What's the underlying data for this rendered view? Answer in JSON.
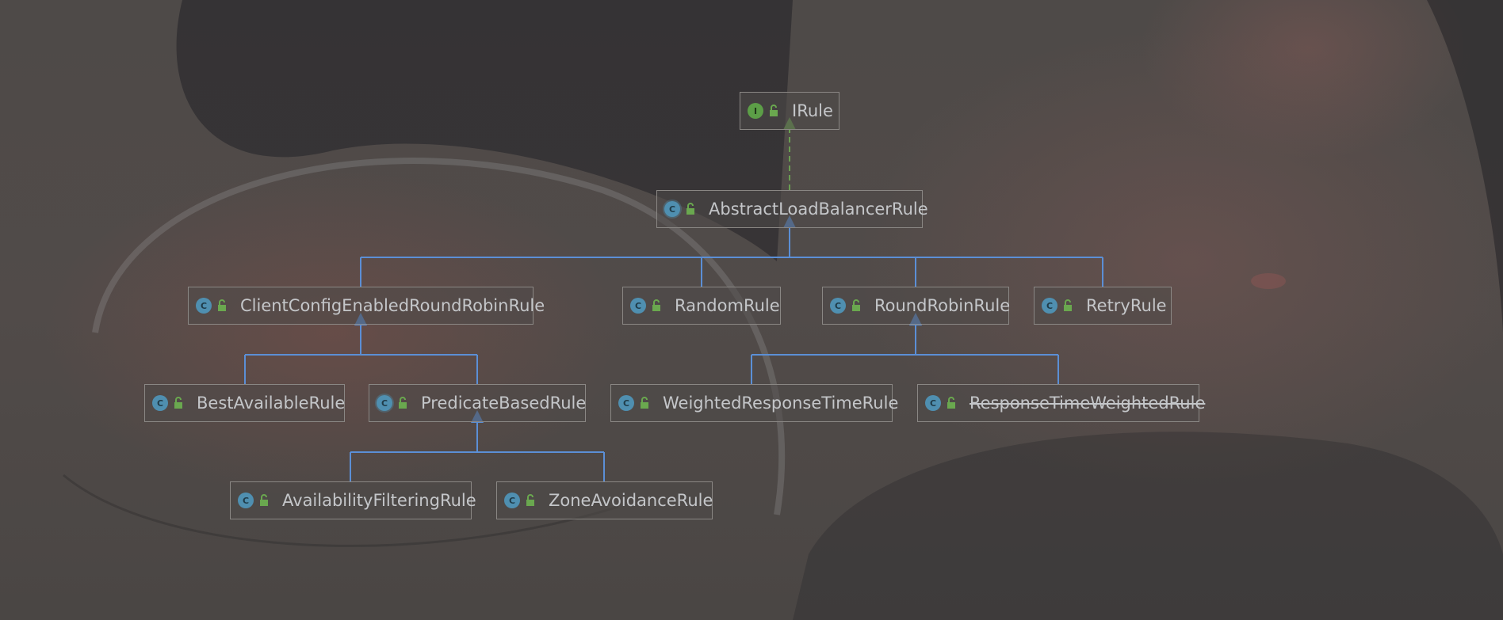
{
  "diagram": {
    "title": "",
    "nodes": [
      {
        "id": "IRule",
        "label": "IRule",
        "kind": "interface",
        "kind_letter": "I",
        "deprecated": false
      },
      {
        "id": "AbstractLoadBalancerRule",
        "label": "AbstractLoadBalancerRule",
        "kind": "abstract-class",
        "kind_letter": "C",
        "deprecated": false
      },
      {
        "id": "ClientConfigEnabledRoundRobinRule",
        "label": "ClientConfigEnabledRoundRobinRule",
        "kind": "class",
        "kind_letter": "C",
        "deprecated": false
      },
      {
        "id": "RandomRule",
        "label": "RandomRule",
        "kind": "class",
        "kind_letter": "C",
        "deprecated": false
      },
      {
        "id": "RoundRobinRule",
        "label": "RoundRobinRule",
        "kind": "class",
        "kind_letter": "C",
        "deprecated": false
      },
      {
        "id": "RetryRule",
        "label": "RetryRule",
        "kind": "class",
        "kind_letter": "C",
        "deprecated": false
      },
      {
        "id": "BestAvailableRule",
        "label": "BestAvailableRule",
        "kind": "class",
        "kind_letter": "C",
        "deprecated": false
      },
      {
        "id": "PredicateBasedRule",
        "label": "PredicateBasedRule",
        "kind": "abstract-class",
        "kind_letter": "C",
        "deprecated": false
      },
      {
        "id": "WeightedResponseTimeRule",
        "label": "WeightedResponseTimeRule",
        "kind": "class",
        "kind_letter": "C",
        "deprecated": false
      },
      {
        "id": "ResponseTimeWeightedRule",
        "label": "ResponseTimeWeightedRule",
        "kind": "class",
        "kind_letter": "C",
        "deprecated": true
      },
      {
        "id": "AvailabilityFilteringRule",
        "label": "AvailabilityFilteringRule",
        "kind": "class",
        "kind_letter": "C",
        "deprecated": false
      },
      {
        "id": "ZoneAvoidanceRule",
        "label": "ZoneAvoidanceRule",
        "kind": "class",
        "kind_letter": "C",
        "deprecated": false
      }
    ],
    "edges": [
      {
        "from": "AbstractLoadBalancerRule",
        "to": "IRule",
        "type": "implements"
      },
      {
        "from": "ClientConfigEnabledRoundRobinRule",
        "to": "AbstractLoadBalancerRule",
        "type": "extends"
      },
      {
        "from": "RandomRule",
        "to": "AbstractLoadBalancerRule",
        "type": "extends"
      },
      {
        "from": "RoundRobinRule",
        "to": "AbstractLoadBalancerRule",
        "type": "extends"
      },
      {
        "from": "RetryRule",
        "to": "AbstractLoadBalancerRule",
        "type": "extends"
      },
      {
        "from": "BestAvailableRule",
        "to": "ClientConfigEnabledRoundRobinRule",
        "type": "extends"
      },
      {
        "from": "PredicateBasedRule",
        "to": "ClientConfigEnabledRoundRobinRule",
        "type": "extends"
      },
      {
        "from": "WeightedResponseTimeRule",
        "to": "RoundRobinRule",
        "type": "extends"
      },
      {
        "from": "ResponseTimeWeightedRule",
        "to": "RoundRobinRule",
        "type": "extends"
      },
      {
        "from": "AvailabilityFilteringRule",
        "to": "PredicateBasedRule",
        "type": "extends"
      },
      {
        "from": "ZoneAvoidanceRule",
        "to": "PredicateBasedRule",
        "type": "extends"
      }
    ],
    "colors": {
      "extends_edge": "#5b8fd6",
      "implements_edge": "#6a9e52",
      "class_badge": "#4f8fb0",
      "interface_badge": "#5c9e47",
      "public_lock": "#6aa84f",
      "node_text": "#c4c6c9",
      "node_border": "#8a8784"
    },
    "icons": {
      "class": "class-icon",
      "interface": "interface-icon",
      "abstract": "abstract-class-icon",
      "visibility": "public-lock-icon"
    }
  }
}
